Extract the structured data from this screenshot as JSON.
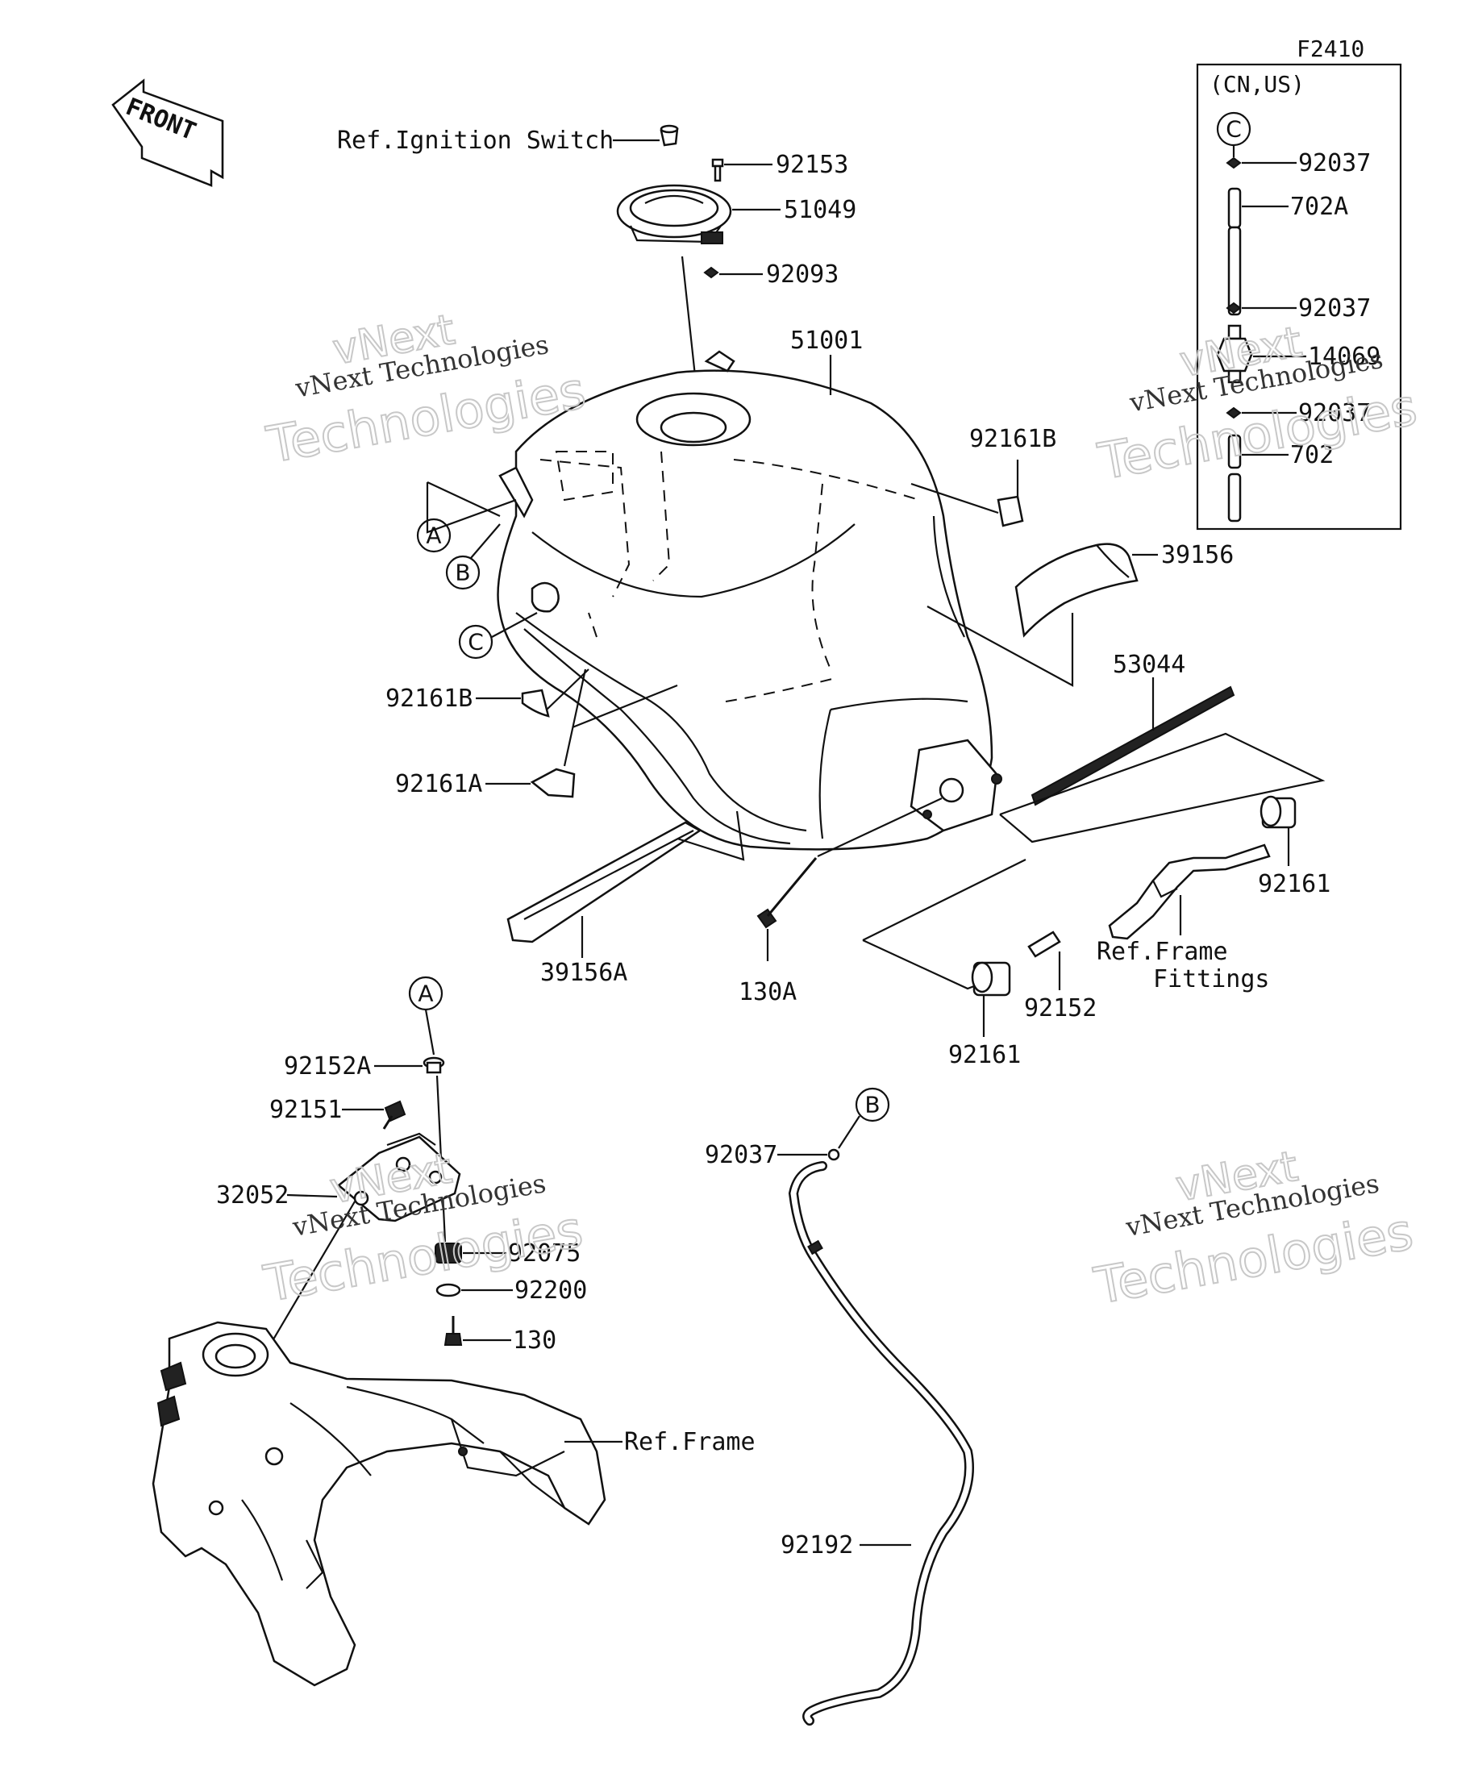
{
  "figure_code": "F2410",
  "inset": {
    "region": "(CN,US)",
    "circle": "C"
  },
  "front_label": "FRONT",
  "watermark": {
    "line1": "vNext Technologies",
    "line2": "vNext",
    "line3": "Technologies"
  },
  "callouts": {
    "A": "A",
    "B": "B",
    "C": "C"
  },
  "labels": {
    "ref_ignition": "Ref.Ignition Switch",
    "p92153": "92153",
    "p51049": "51049",
    "p92093": "92093",
    "p51001": "51001",
    "p92161B_right": "92161B",
    "p39156": "39156",
    "p53044": "53044",
    "p92161B_left": "92161B",
    "p92161A": "92161A",
    "p39156A": "39156A",
    "p130A": "130A",
    "p92161_right": "92161",
    "ref_frame_fittings_1": "Ref.Frame",
    "ref_frame_fittings_2": "Fittings",
    "p92152": "92152",
    "p92161_bottom": "92161",
    "p92152A": "92152A",
    "p92151": "92151",
    "p32052": "32052",
    "p92075": "92075",
    "p92200": "92200",
    "p130": "130",
    "ref_frame": "Ref.Frame",
    "p92037_hose": "92037",
    "p92192": "92192",
    "inset_92037_a": "92037",
    "inset_702A": "702A",
    "inset_92037_b": "92037",
    "inset_14069": "14069",
    "inset_92037_c": "92037",
    "inset_702": "702"
  }
}
